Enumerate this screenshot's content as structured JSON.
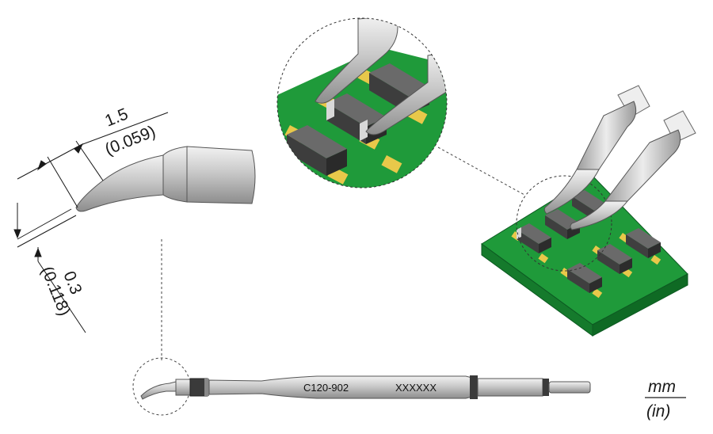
{
  "dimensions": {
    "length_mm": "1.5",
    "length_in": "(0.059)",
    "width_mm": "0.3",
    "width_in": "(0.118)"
  },
  "cartridge": {
    "model": "C120-902",
    "code": "XXXXXX"
  },
  "units": {
    "metric": "mm",
    "imperial": "(in)"
  },
  "colors": {
    "pcb_green": "#1f9a3a",
    "pad_yellow": "#e8c84a",
    "component_dark": "#4a4a4a",
    "metal_grey": "#c8c8c8"
  }
}
